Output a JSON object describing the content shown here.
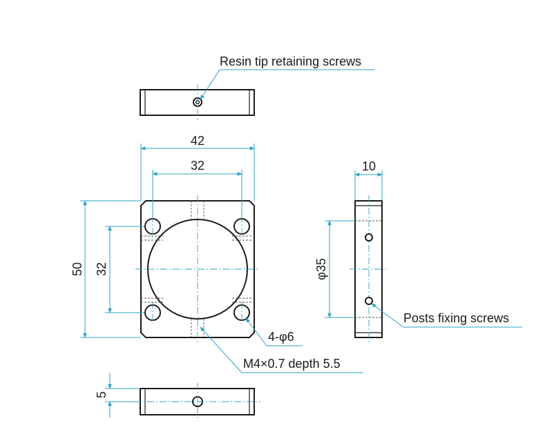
{
  "labels": {
    "resin_tip_retaining_screws": "Resin tip retaining screws",
    "posts_fixing_screws": "Posts fixing screws",
    "thread_spec": "M4×0.7 depth 5.5",
    "hole_spec": "4-φ6"
  },
  "dimensions": {
    "overall_width": "42",
    "hole_spacing_x": "32",
    "overall_height": "50",
    "hole_spacing_y": "32",
    "aperture_diameter": "φ35",
    "thickness": "10",
    "screw_offset": "5"
  },
  "colors": {
    "outline": "#1a1a1a",
    "dimension": "#29a3c7"
  }
}
